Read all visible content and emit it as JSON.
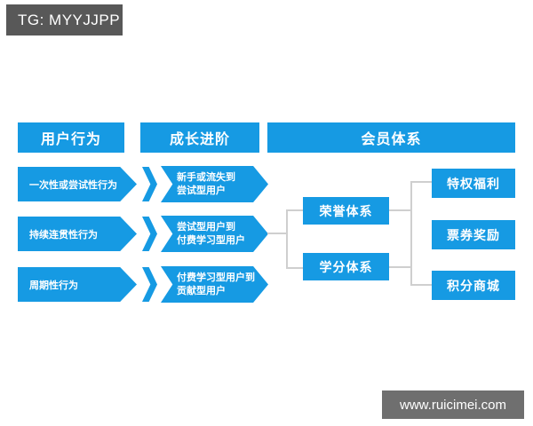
{
  "badges": {
    "telegram": "TG: MYYJJPP",
    "website": "www.ruicimei.com"
  },
  "colors": {
    "primary_blue": "#169ae3",
    "telegram_badge_bg": "#585858",
    "website_badge_bg": "#6f6f6f",
    "connector_gray": "#cfcfcf",
    "text_on_blue": "#ffffff",
    "page_background": "#ffffff"
  },
  "diagram": {
    "headers": [
      {
        "label": "用户行为"
      },
      {
        "label": "成长进阶"
      },
      {
        "label": "会员体系"
      }
    ],
    "user_behaviors": [
      {
        "label": "一次性或尝试性行为"
      },
      {
        "label": "持续连贯性行为"
      },
      {
        "label": "周期性行为"
      }
    ],
    "growth_stages": [
      {
        "line1": "新手或流失到",
        "line2": "尝试型用户"
      },
      {
        "line1": "尝试型用户到",
        "line2": "付费学习型用户"
      },
      {
        "line1": "付费学习型用户到",
        "line2": "贡献型用户"
      }
    ],
    "membership_systems": [
      {
        "label": "荣誉体系"
      },
      {
        "label": "学分体系"
      }
    ],
    "benefits": [
      {
        "label": "特权福利"
      },
      {
        "label": "票券奖励"
      },
      {
        "label": "积分商城"
      }
    ]
  }
}
